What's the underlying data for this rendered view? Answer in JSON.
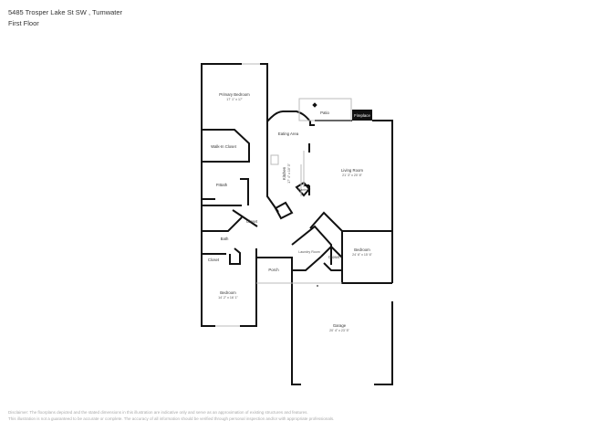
{
  "header": {
    "address": "5485 Trosper Lake St SW , Tumwater",
    "floor": "First Floor"
  },
  "rooms": [
    {
      "name": "Primary Bedroom",
      "dim": "17' 1\" x 17'"
    },
    {
      "name": "Walk-In Closet",
      "dim": ""
    },
    {
      "name": "P.Bath",
      "dim": ""
    },
    {
      "name": "Patio",
      "dim": ""
    },
    {
      "name": "Fireplace",
      "dim": ""
    },
    {
      "name": "Eating Area",
      "dim": ""
    },
    {
      "name": "Kitchen",
      "dim": "17' 4\" x 10' 3\""
    },
    {
      "name": "Living Room",
      "dim": "21' 3\" x 20' 8\""
    },
    {
      "name": "Pantry",
      "dim": ""
    },
    {
      "name": "Closet",
      "dim": ""
    },
    {
      "name": "Bath",
      "dim": ""
    },
    {
      "name": "Closet",
      "dim": ""
    },
    {
      "name": "Porch",
      "dim": ""
    },
    {
      "name": "Laundry Room",
      "dim": ""
    },
    {
      "name": "Closet",
      "dim": ""
    },
    {
      "name": "Bedroom",
      "dim": "24' 6\" x 15' 6\""
    },
    {
      "name": "Bedroom",
      "dim": "14' 2\" x 16' 1\""
    },
    {
      "name": "Garage",
      "dim": "20' 4\" x 23' 5\""
    }
  ],
  "disclaimer": [
    "Disclaimer: The floorplans depicted and the stated dimensions in this illustration are indicative only and serve as an approximation of existing structures and features.",
    "This illustration is not a guaranteed to be accurate or complete. The accuracy of all information should be verified through personal inspection and/or with appropriate professionals."
  ]
}
